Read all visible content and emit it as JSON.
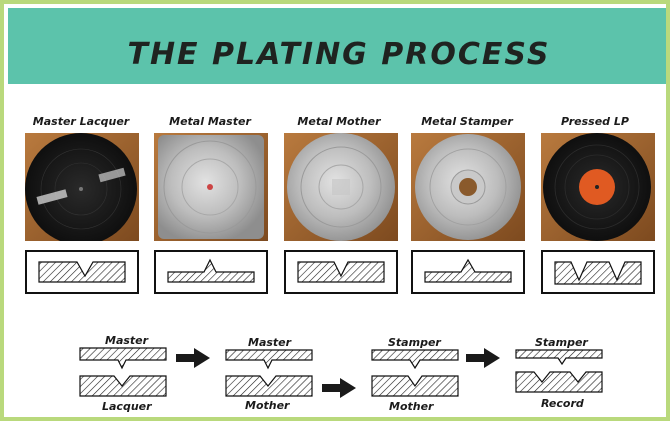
{
  "title": "THE PLATING PROCESS",
  "colors": {
    "banner": "#5cc3ab",
    "border": "#b9d97c",
    "title_text": "#1f2320",
    "label_orange": "#e05a22"
  },
  "stages": [
    {
      "label": "Master Lacquer",
      "photo": "black-lacquer-disc",
      "profile": "groove"
    },
    {
      "label": "Metal Master",
      "photo": "silver-metal-disc",
      "profile": "ridge"
    },
    {
      "label": "Metal Mother",
      "photo": "silver-metal-disc",
      "profile": "groove"
    },
    {
      "label": "Metal Stamper",
      "photo": "silver-disc-center-hole",
      "profile": "ridge"
    },
    {
      "label": "Pressed LP",
      "photo": "black-vinyl-orange-label",
      "profile": "double-groove"
    }
  ],
  "flow": [
    {
      "top": "Master",
      "bottom": "Lacquer"
    },
    {
      "top": "Master",
      "bottom": "Mother"
    },
    {
      "top": "Stamper",
      "bottom": "Mother"
    },
    {
      "top": "Stamper",
      "bottom": "Record"
    }
  ],
  "arrows": [
    "right-arrow-icon",
    "right-arrow-icon",
    "right-arrow-icon"
  ]
}
